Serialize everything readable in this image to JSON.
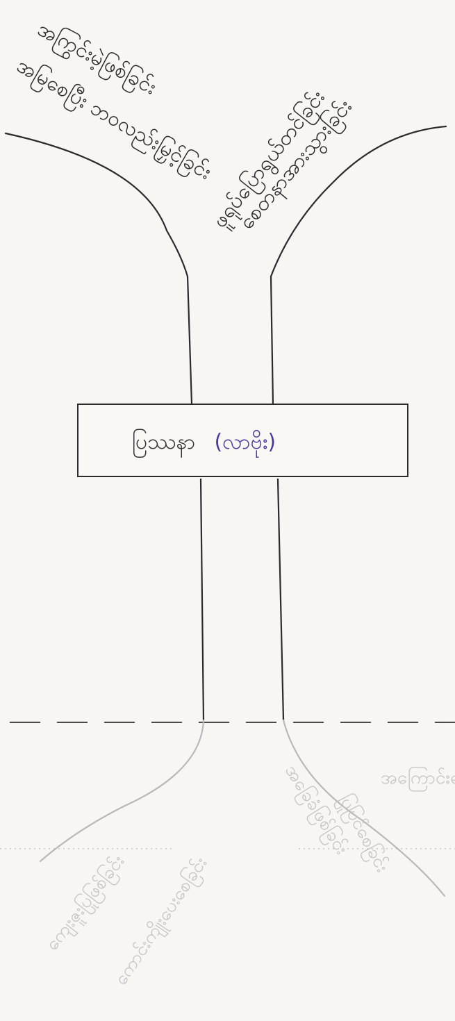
{
  "diagram": {
    "label": {
      "main": "ပြဿနာ",
      "paren": "(လာဗိုး)"
    },
    "branches": [
      {
        "text": "အကြွင်းမဲ့ဖြစ်ခြင်း"
      },
      {
        "text": "အမြစေပြီး ဘဝလည်းမြှင့်ခြင်း"
      },
      {
        "text": "ဖူရုပ်ပြောရွယ်တင်ခြင်း"
      },
      {
        "text": "စေတနာအားသွားခြင်း"
      }
    ],
    "roots": [
      {
        "text": "ကျေးဇူးပြုဖြစ်ခြင်း"
      },
      {
        "text": "ကောင်းကျိုးပေးစေခြင်း"
      },
      {
        "text": "အခြေခံဖြစ်ခြင်း"
      },
      {
        "text": "ပြုပြင်စေခြင်း"
      },
      {
        "text": "အကြောင်းရင်း"
      }
    ]
  }
}
